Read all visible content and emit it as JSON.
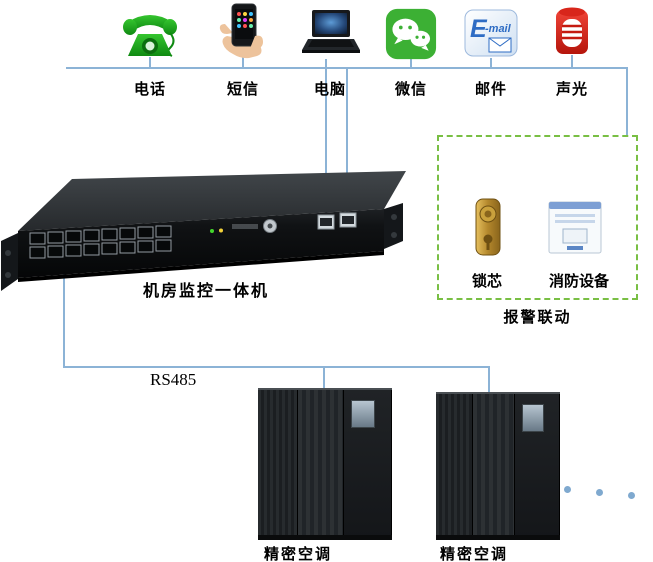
{
  "colors": {
    "connector_line": "#8cb3d6",
    "linkage_box_border": "#79bf44",
    "phone_green": "#1f9e1f",
    "wechat_green": "#3cb034",
    "alarm_red": "#d8261b",
    "email_blue": "#2e6cc4",
    "lock_gold": "#b3872c"
  },
  "notification_channels": [
    {
      "label": "电话",
      "icon": "telephone-icon"
    },
    {
      "label": "短信",
      "icon": "sms-phone-icon"
    },
    {
      "label": "电脑",
      "icon": "laptop-icon"
    },
    {
      "label": "微信",
      "icon": "wechat-icon"
    },
    {
      "label": "邮件",
      "icon": "email-icon"
    },
    {
      "label": "声光",
      "icon": "sound-light-alarm-icon"
    }
  ],
  "monitor_unit": {
    "label": "机房监控一体机"
  },
  "alarm_linkage": {
    "title": "报警联动",
    "devices": [
      {
        "label": "锁芯",
        "icon": "door-lock-icon"
      },
      {
        "label": "消防设备",
        "icon": "fire-equipment-icon"
      }
    ]
  },
  "fieldbus": {
    "label": "RS485"
  },
  "air_conditioners": {
    "units": [
      {
        "label": "精密空调"
      },
      {
        "label": "精密空调"
      }
    ],
    "more_indicator": "dots"
  }
}
